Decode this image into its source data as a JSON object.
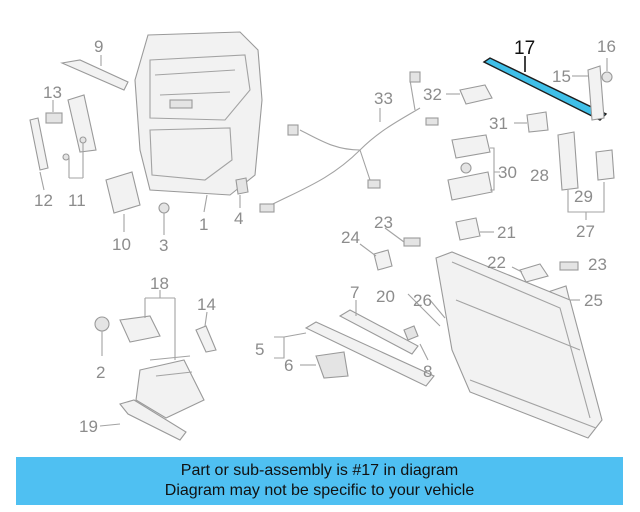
{
  "diagram": {
    "highlighted_part": "17",
    "callouts": [
      "1",
      "2",
      "3",
      "4",
      "5",
      "6",
      "7",
      "8",
      "9",
      "10",
      "11",
      "12",
      "13",
      "14",
      "15",
      "16",
      "17",
      "18",
      "19",
      "20",
      "21",
      "22",
      "23",
      "23",
      "24",
      "25",
      "26",
      "27",
      "28",
      "29",
      "30",
      "31",
      "32",
      "33"
    ],
    "colors": {
      "highlight": "#3fbfe8",
      "banner": "#4fc0f2",
      "part_stroke": "#9a9a9a",
      "callout": "#8c8c8c"
    }
  },
  "labels": {
    "n1": "1",
    "n2": "2",
    "n3": "3",
    "n4": "4",
    "n5": "5",
    "n6": "6",
    "n7": "7",
    "n8": "8",
    "n9": "9",
    "n10": "10",
    "n11": "11",
    "n12": "12",
    "n13": "13",
    "n14": "14",
    "n15": "15",
    "n16": "16",
    "n17": "17",
    "n18": "18",
    "n19": "19",
    "n20": "20",
    "n21": "21",
    "n22": "22",
    "n23a": "23",
    "n23b": "23",
    "n24": "24",
    "n25": "25",
    "n26": "26",
    "n27": "27",
    "n28": "28",
    "n29": "29",
    "n30": "30",
    "n31": "31",
    "n32": "32",
    "n33": "33"
  },
  "banner": {
    "line1": "Part or sub-assembly is #17 in diagram",
    "line2": "Diagram may not be specific to your vehicle"
  }
}
